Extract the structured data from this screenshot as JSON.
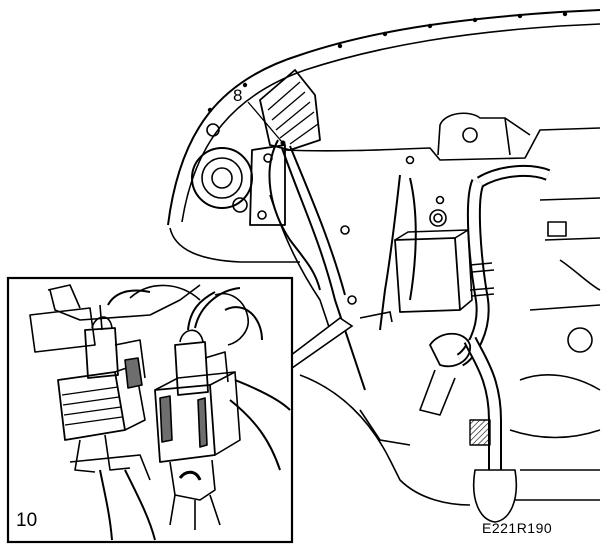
{
  "callouts": {
    "main_part": "8",
    "inset_part": "10"
  },
  "figure_code": "E221R190",
  "colors": {
    "ink": "#000000",
    "paper": "#ffffff",
    "shade": "#6e6e6e"
  }
}
